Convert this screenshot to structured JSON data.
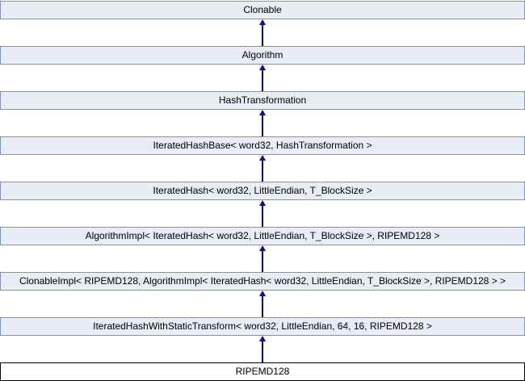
{
  "diagram": {
    "kind": "class-inheritance-diagram",
    "orientation": "vertical",
    "arrow_direction": "child-to-parent-upward",
    "nodes": [
      {
        "label": "Clonable",
        "current": false
      },
      {
        "label": "Algorithm",
        "current": false
      },
      {
        "label": "HashTransformation",
        "current": false
      },
      {
        "label": "IteratedHashBase< word32, HashTransformation >",
        "current": false
      },
      {
        "label": "IteratedHash< word32, LittleEndian, T_BlockSize >",
        "current": false
      },
      {
        "label": "AlgorithmImpl< IteratedHash< word32, LittleEndian, T_BlockSize >, RIPEMD128 >",
        "current": false
      },
      {
        "label": "ClonableImpl< RIPEMD128, AlgorithmImpl< IteratedHash< word32, LittleEndian, T_BlockSize >, RIPEMD128 > >",
        "current": false
      },
      {
        "label": "IteratedHashWithStaticTransform< word32, LittleEndian, 64, 16, RIPEMD128 >",
        "current": false
      },
      {
        "label": "RIPEMD128",
        "current": true
      }
    ],
    "edges": [
      [
        1,
        0
      ],
      [
        2,
        1
      ],
      [
        3,
        2
      ],
      [
        4,
        3
      ],
      [
        5,
        4
      ],
      [
        6,
        5
      ],
      [
        7,
        6
      ],
      [
        8,
        7
      ]
    ],
    "colors": {
      "background": "#ffffff",
      "node_fill": "#e8ecf5",
      "node_border": "#8191c1",
      "current_fill": "#ffffff",
      "current_border": "#000000",
      "arrow": "#00008b",
      "text": "#000000"
    }
  }
}
